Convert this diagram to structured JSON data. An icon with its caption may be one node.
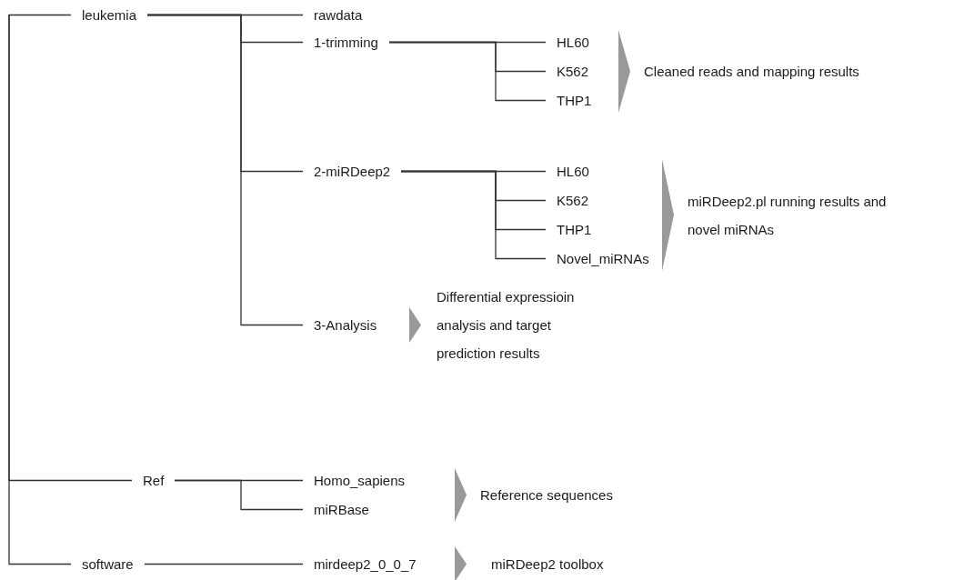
{
  "diagram": {
    "nodes": [
      {
        "text": [
          "leukemia"
        ]
      },
      {
        "text": [
          "rawdata"
        ]
      },
      {
        "text": [
          "1-trimming"
        ]
      },
      {
        "text": [
          "HL60"
        ]
      },
      {
        "text": [
          "K562"
        ]
      },
      {
        "text": [
          "THP1"
        ]
      },
      {
        "text": [
          "2-miRDeep2"
        ]
      },
      {
        "text": [
          "HL60"
        ]
      },
      {
        "text": [
          "K562"
        ]
      },
      {
        "text": [
          "THP1"
        ]
      },
      {
        "text": [
          "Novel_miRNAs"
        ]
      },
      {
        "text": [
          "3-Analysis"
        ]
      },
      {
        "text": [
          "Differential expressioin analysis and target prediction results"
        ]
      },
      {
        "text": [
          "Ref"
        ]
      },
      {
        "text": [
          "Homo_sapiens"
        ]
      },
      {
        "text": [
          "miRBase"
        ]
      },
      {
        "text": [
          "software"
        ]
      },
      {
        "text": [
          "mirdeep2_0_0_7"
        ]
      },
      {
        "text": [
          "miRDeep2 toolbox"
        ]
      }
    ],
    "edges": [
      {
        "from": null,
        "to": 0,
        "arrow": "none"
      },
      {
        "from": null,
        "to": 13,
        "arrow": "none"
      },
      {
        "from": null,
        "to": 16,
        "arrow": "none"
      },
      {
        "from": 0,
        "to": 1,
        "arrow": "none"
      },
      {
        "from": 0,
        "to": 2,
        "arrow": "none"
      },
      {
        "from": 2,
        "to": 3,
        "arrow": "none"
      },
      {
        "from": 2,
        "to": 4,
        "arrow": "none"
      },
      {
        "from": 2,
        "to": 5,
        "arrow": "none"
      },
      {
        "from": 0,
        "to": 6,
        "arrow": "none"
      },
      {
        "from": 6,
        "to": 7,
        "arrow": "none"
      },
      {
        "from": 6,
        "to": 8,
        "arrow": "none"
      },
      {
        "from": 6,
        "to": 9,
        "arrow": "none"
      },
      {
        "from": 6,
        "to": 10,
        "arrow": "none"
      },
      {
        "from": 0,
        "to": 11,
        "arrow": "none"
      },
      {
        "from": 13,
        "to": 14,
        "arrow": "none"
      },
      {
        "from": 13,
        "to": 15,
        "arrow": "none"
      },
      {
        "from": 16,
        "to": 17,
        "arrow": "none"
      },
      {
        "from": 11,
        "to": 12,
        "arrow": "to"
      },
      {
        "from": 17,
        "to": 18,
        "arrow": "to"
      }
    ],
    "labels": [
      "Cleaned reads and mapping results",
      "miRDeep2.pl running results and novel miRNAs",
      "Reference sequences"
    ]
  }
}
